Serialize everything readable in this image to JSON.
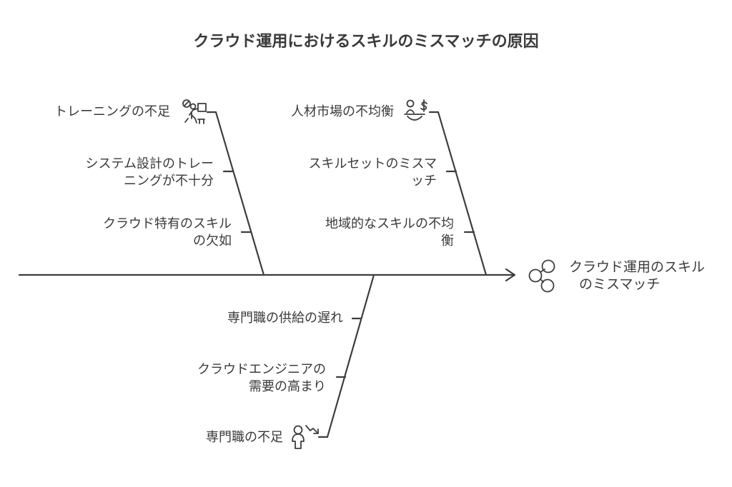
{
  "title": "クラウド運用におけるスキルのミスマッチの原因",
  "effect": {
    "line1": "クラウド運用のスキル",
    "line2": "のミスマッチ",
    "icon": "link-chain-icon"
  },
  "branches": [
    {
      "head": "トレーニングの不足",
      "icon": "training-person-icon",
      "causes": [
        {
          "line1": "システム設計のトレー",
          "line2": "ニングが不十分"
        },
        {
          "line1": "クラウド特有のスキル",
          "line2": "の欠如"
        }
      ]
    },
    {
      "head": "人材市場の不均衡",
      "icon": "person-money-scale-icon",
      "causes": [
        {
          "line1": "スキルセットのミスマ",
          "line2": "ッチ"
        },
        {
          "line1": "地域的なスキルの不均",
          "line2": "衡"
        }
      ]
    },
    {
      "head": "専門職の不足",
      "icon": "person-down-arrow-icon",
      "causes": [
        {
          "line1": "専門職の供給の遅れ",
          "line2": ""
        },
        {
          "line1": "クラウドエンジニアの",
          "line2": "需要の高まり"
        }
      ]
    }
  ]
}
